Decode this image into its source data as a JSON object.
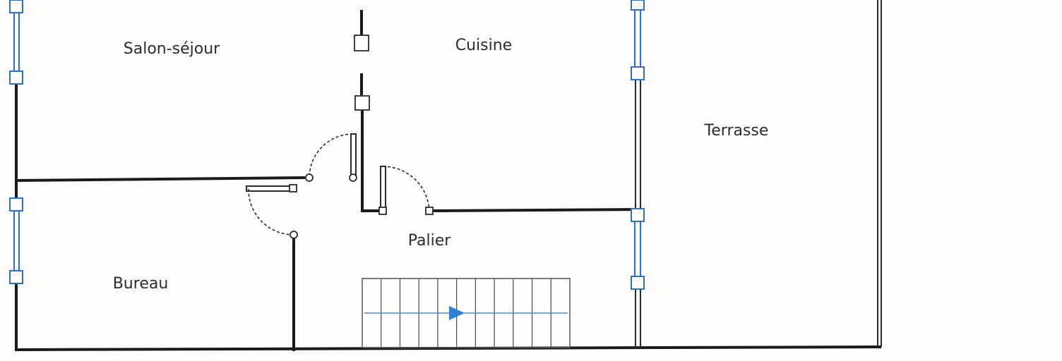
{
  "rooms": {
    "salon": "Salon-séjour",
    "cuisine": "Cuisine",
    "terrasse": "Terrasse",
    "palier": "Palier",
    "bureau": "Bureau"
  },
  "colors": {
    "wall": "#1a1a1a",
    "window": "#2f6fc7",
    "stair_arrow": "#2f80d9",
    "background": "#fdfdfc"
  }
}
